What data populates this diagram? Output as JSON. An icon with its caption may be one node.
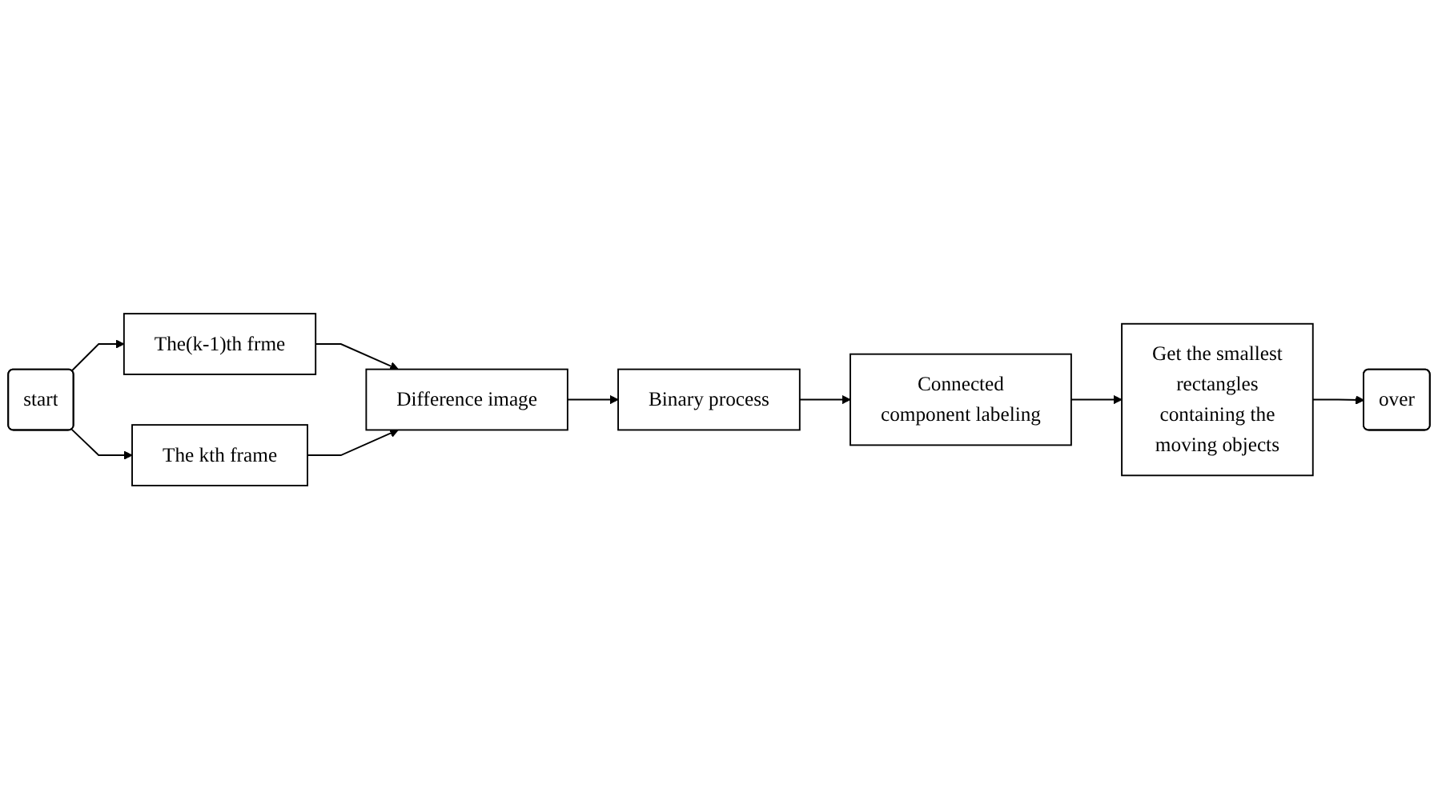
{
  "diagram": {
    "nodes": [
      {
        "text": [
          "start"
        ]
      },
      {
        "text": [
          "The(k-1)th frme"
        ]
      },
      {
        "text": [
          "The kth frame"
        ]
      },
      {
        "text": [
          "Difference image"
        ]
      },
      {
        "text": [
          "Binary process"
        ]
      },
      {
        "text": [
          "Connected component labeling"
        ]
      },
      {
        "text": [
          "Get the smallest rectangles containing the moving objects"
        ]
      },
      {
        "text": [
          "over"
        ]
      }
    ],
    "edges": [
      {
        "from": 0,
        "to": 1,
        "arrow": "to"
      },
      {
        "from": 0,
        "to": 2,
        "arrow": "to"
      },
      {
        "from": 1,
        "to": 3,
        "arrow": "to"
      },
      {
        "from": 2,
        "to": 3,
        "arrow": "to"
      },
      {
        "from": 3,
        "to": 4,
        "arrow": "to"
      },
      {
        "from": 4,
        "to": 5,
        "arrow": "to"
      },
      {
        "from": 5,
        "to": 6,
        "arrow": "to"
      },
      {
        "from": 6,
        "to": 7,
        "arrow": "to"
      }
    ]
  }
}
